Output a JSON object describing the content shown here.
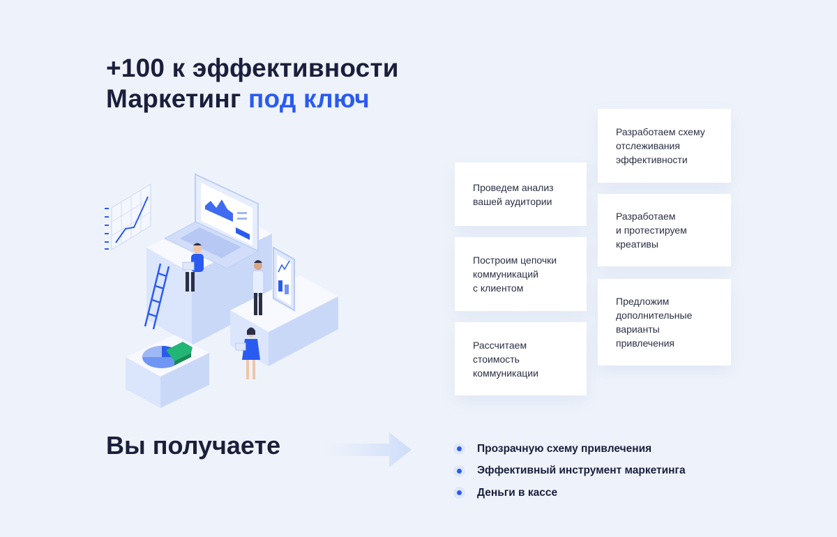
{
  "headline": {
    "line1": "+100 к эффективности",
    "line2_prefix": "Маркетинг ",
    "line2_accent": "под ключ"
  },
  "cards": {
    "analysis": "Проведем анализ\nвашей аудитории",
    "chains": "Построим цепочки\nкоммуникаций\nс клиентом",
    "cost": "Рассчитаем\nстоимость\nкоммуникации",
    "tracking": "Разработаем схему\nотслеживания\nэффективности",
    "creatives": "Разработаем\nи протестируем\nкреативы",
    "options": "Предложим\nдополнительные\nварианты\nпривлечения"
  },
  "results": {
    "title": "Вы получаете",
    "items": [
      "Прозрачную схему привлечения",
      "Эффективный инструмент маркетинга",
      "Деньги в кассе"
    ]
  },
  "colors": {
    "accent": "#2a5bf0",
    "text": "#1b1f3b",
    "background": "#eef3fb"
  },
  "icons": {
    "illustration": "isometric-marketing-illustration",
    "arrow": "arrow-right-icon",
    "bullet": "bullet-dot-icon"
  }
}
